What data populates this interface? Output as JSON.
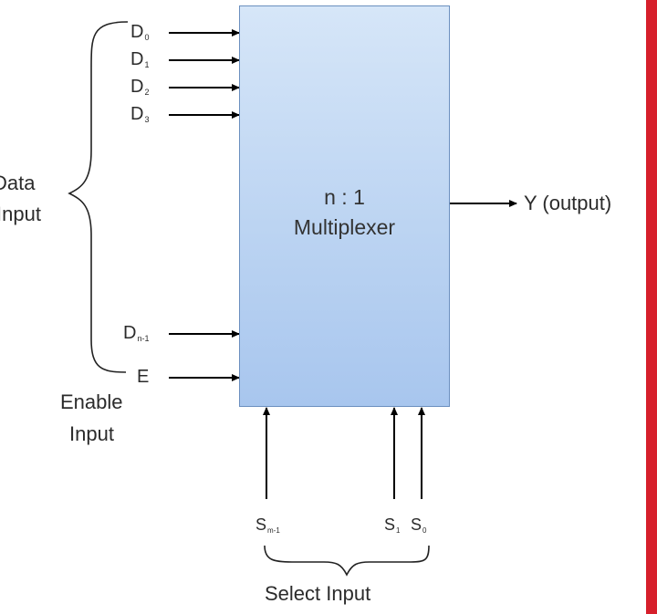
{
  "block": {
    "ratio": "n : 1",
    "name": "Multiplexer"
  },
  "data_inputs": [
    {
      "base": "D",
      "sub": "0"
    },
    {
      "base": "D",
      "sub": "1"
    },
    {
      "base": "D",
      "sub": "2"
    },
    {
      "base": "D",
      "sub": "3"
    },
    {
      "base": "D",
      "sub": "n-1"
    }
  ],
  "enable": "E",
  "group_labels": {
    "data_line1": "Data",
    "data_line2": "Input",
    "enable_line1": "Enable",
    "enable_line2": "Input",
    "select": "Select Input"
  },
  "select_inputs": [
    {
      "base": "S",
      "sub": "m-1"
    },
    {
      "base": "S",
      "sub": "1"
    },
    {
      "base": "S",
      "sub": "0"
    }
  ],
  "output": "Y (output)",
  "colors": {
    "box_top": "#d6e6f8",
    "box_bottom": "#a8c6ee",
    "box_border": "#6b8fbf",
    "accent_bar": "#d61f2b",
    "lines": "#000000"
  }
}
